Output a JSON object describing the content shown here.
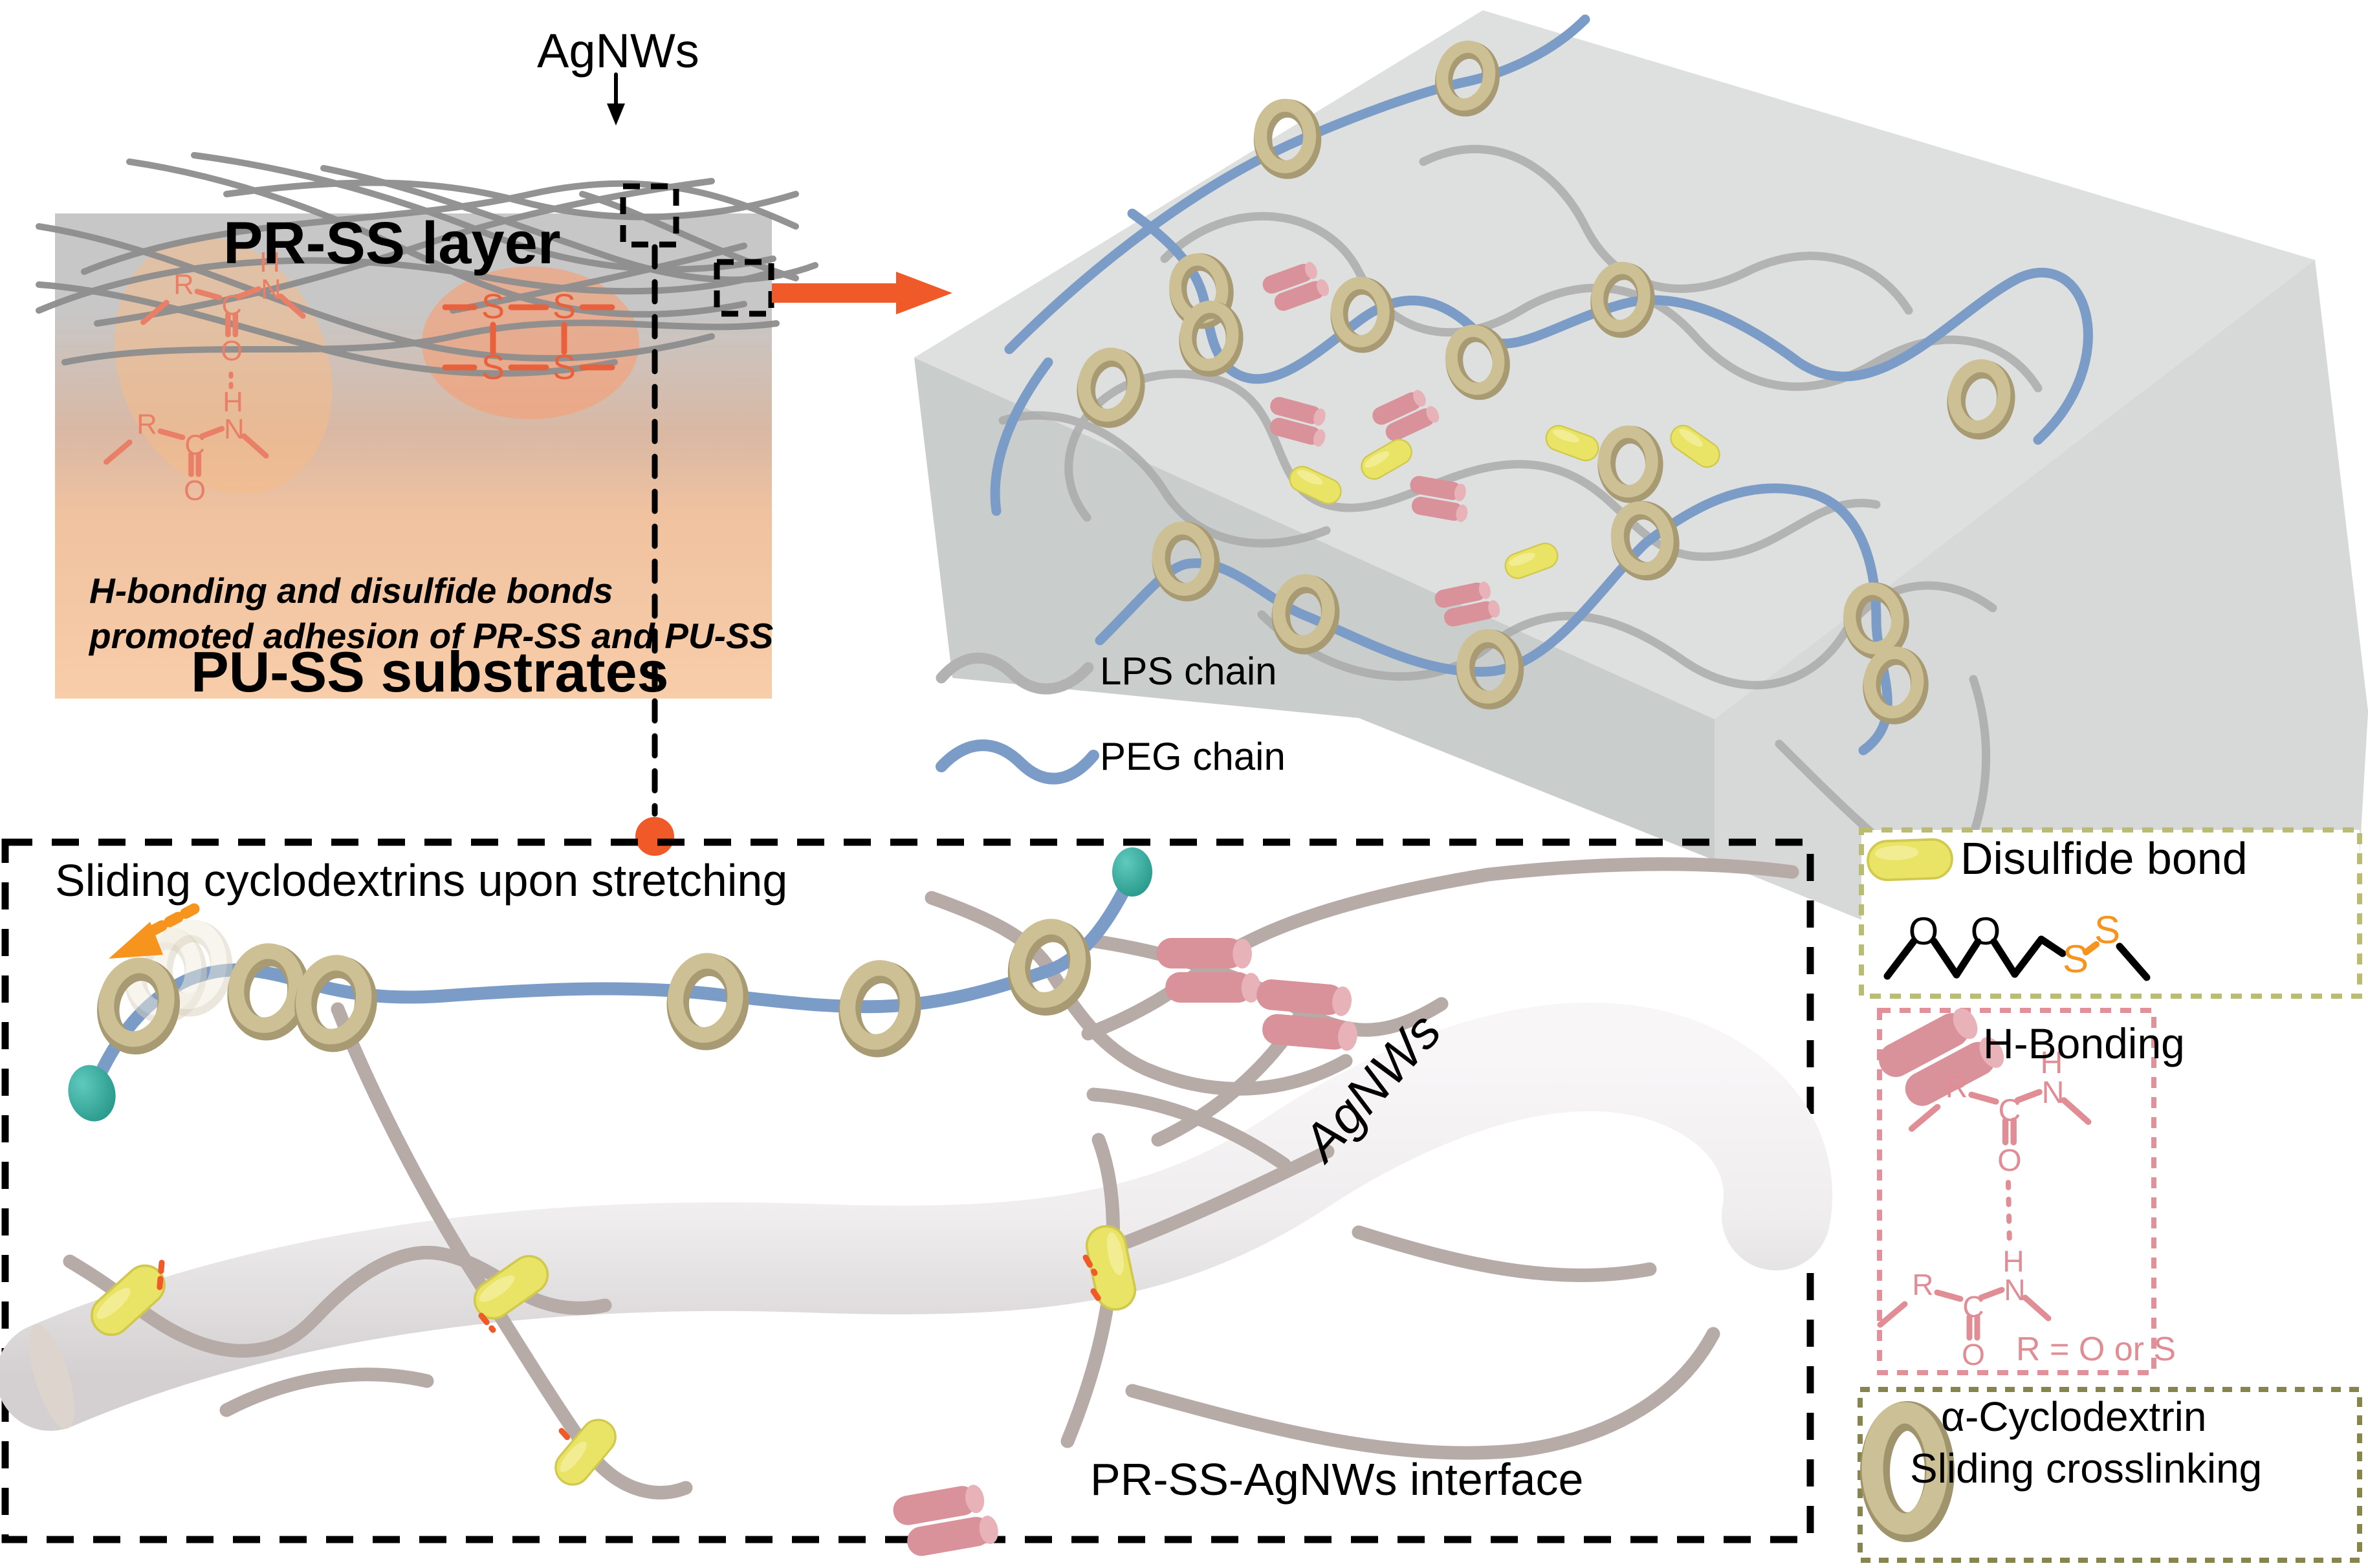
{
  "atoms": {
    "R": "R",
    "C": "C",
    "O": "O",
    "H": "H",
    "N": "N",
    "S": "S"
  },
  "panel": {
    "agnws": "AgNWs",
    "layer": "PR-SS layer",
    "cap1": "H-bonding and disulfide bonds",
    "cap2": "promoted adhesion of PR-SS and PU-SS",
    "substrate": "PU-SS substrates"
  },
  "network_legend": {
    "lps": "LPS chain",
    "peg": "PEG chain"
  },
  "interface_box": {
    "title": "Sliding cyclodextrins upon stretching",
    "tube_label": "AgNWs",
    "caption": "PR-SS-AgNWs interface"
  },
  "legend": {
    "disulfide": {
      "title": "Disulfide bond"
    },
    "hbond": {
      "title": "H-Bonding",
      "note": "R = O or S"
    },
    "cyclodextrin": {
      "line1": "α-Cyclodextrin",
      "line2": "Sliding crosslinking"
    }
  },
  "colors": {
    "accent_orange": "#f05a28",
    "slide_arrow_orange": "#f7941d",
    "peg_blue": "#7b9cc6",
    "lps_gray": "#ababab",
    "wire_gray": "#8e8e8e",
    "ring_tan": "#cdc095",
    "capsule_yellow": "#eae466",
    "hbond_pink": "#d9919a",
    "teal_end": "#2aa496",
    "salmon_structure": "#e87f66",
    "disulfide_red": "#e8603c",
    "pink_structure": "#e08d95",
    "substrate_orange": "#f8cda9",
    "slab_gray": "#dde0df",
    "tube_white": "#efedee",
    "border_olive": "#b9bc72",
    "border_pink": "#e2909a",
    "border_dark_olive": "#85854c",
    "chain_taupe": "#b6aba6"
  }
}
